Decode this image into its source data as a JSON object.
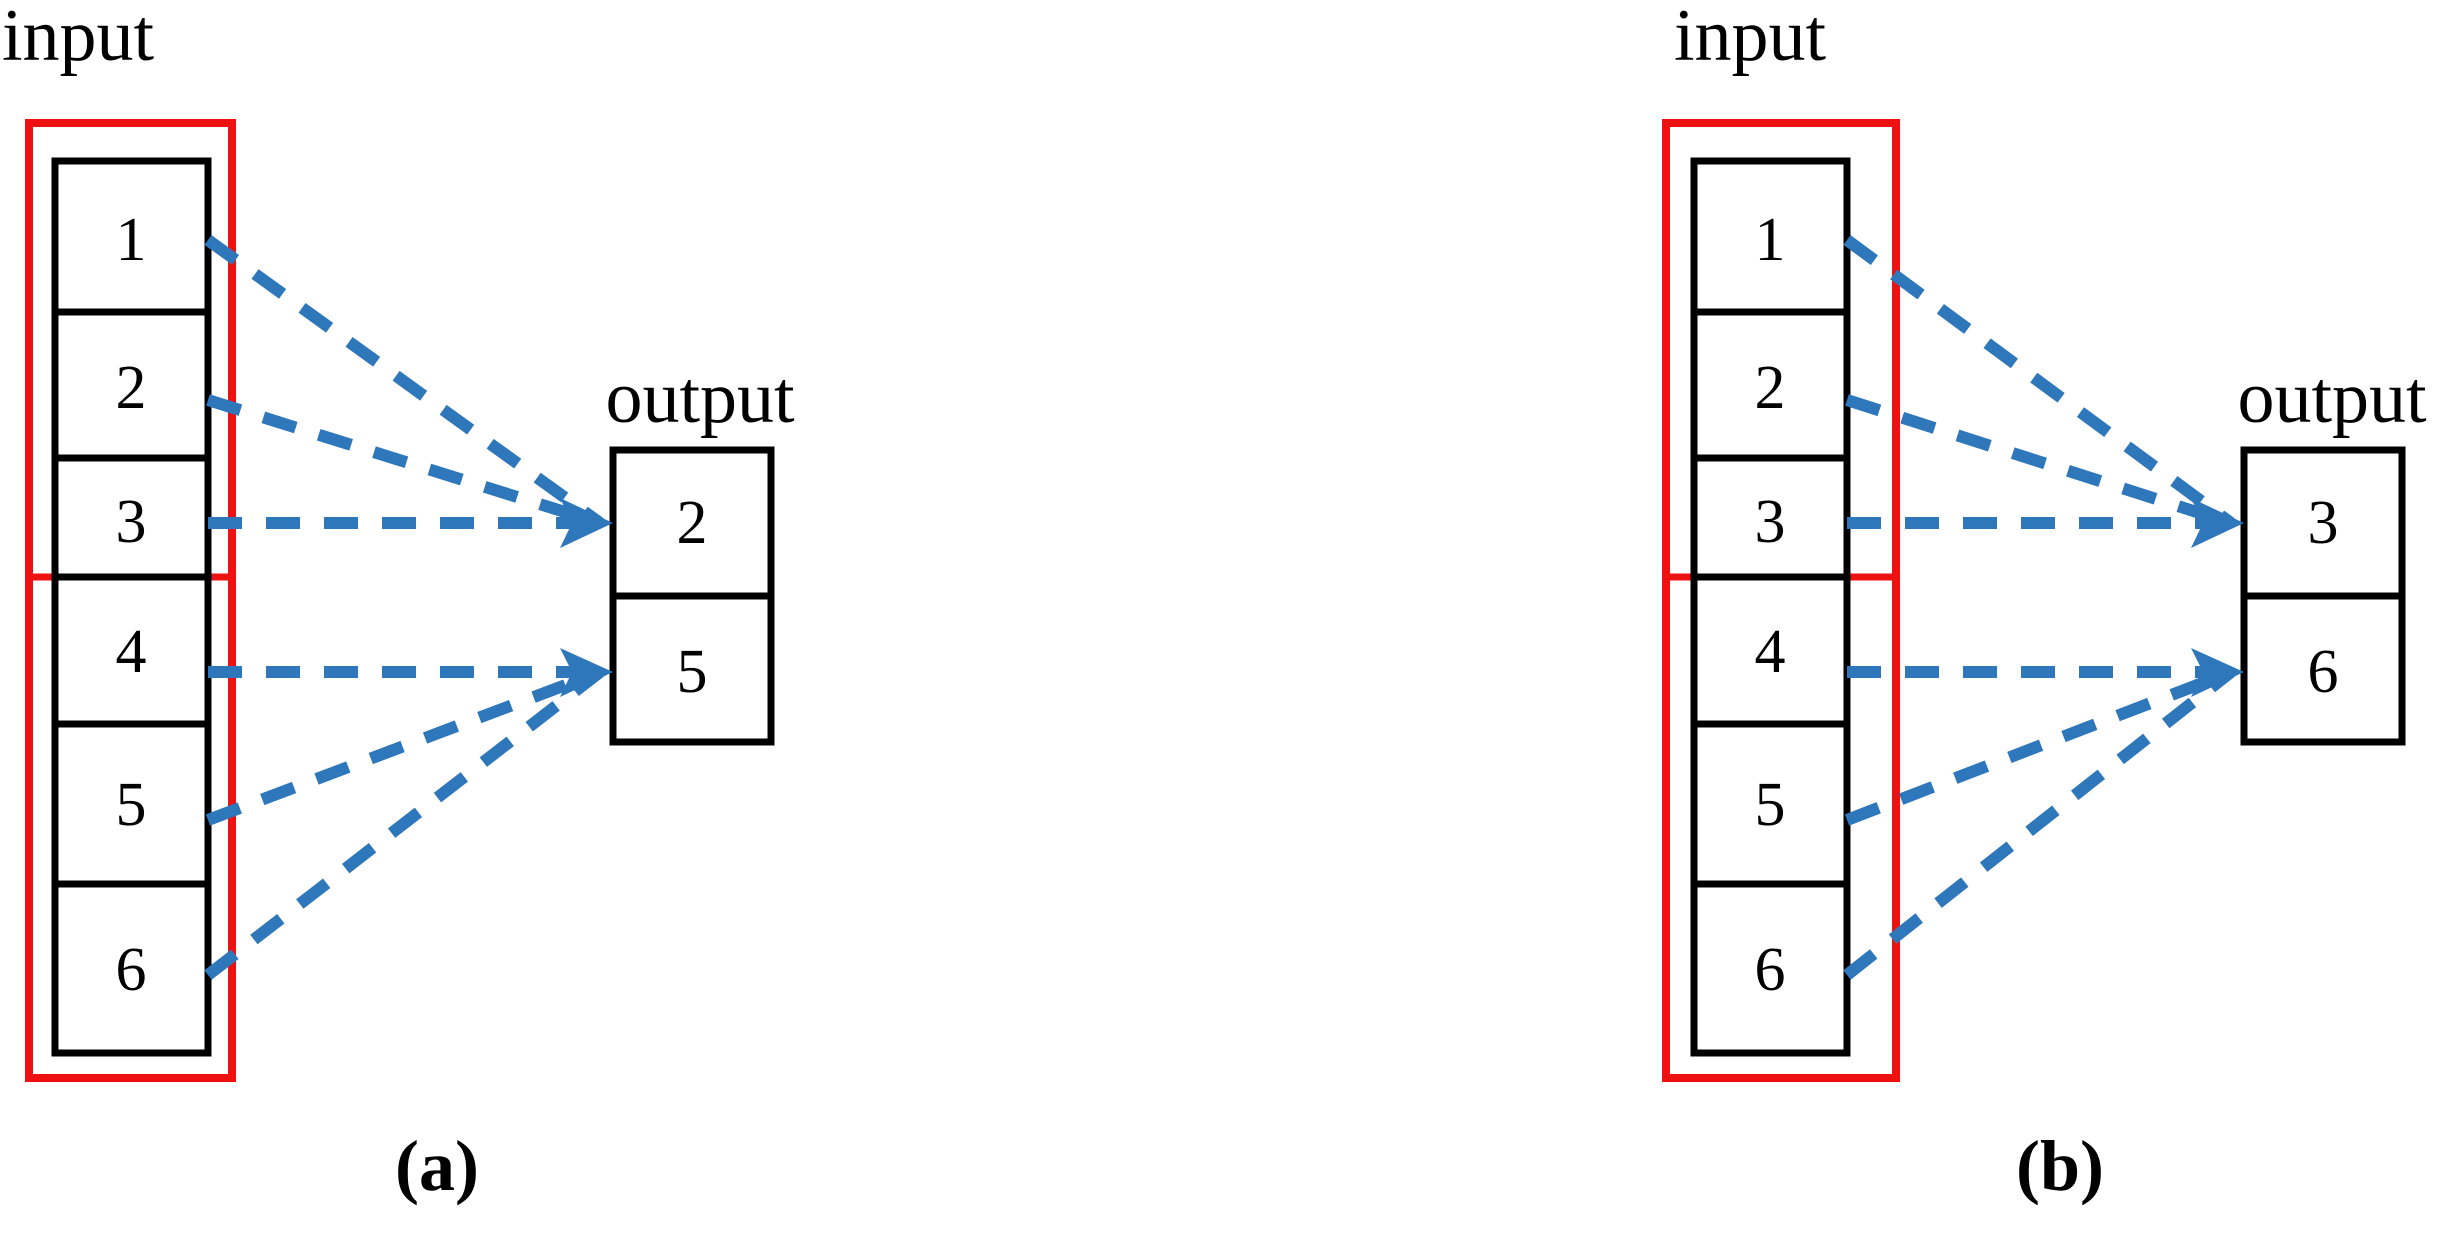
{
  "figure": {
    "background_color": "#ffffff",
    "panels": [
      {
        "id": "panel-a",
        "caption": "(a)",
        "input_label": "input",
        "output_label": "output",
        "input_cells": [
          "1",
          "2",
          "3",
          "4",
          "5",
          "6"
        ],
        "output_cells": [
          "2",
          "5"
        ],
        "groups": [
          {
            "name": "group-top",
            "input_cells": [
              "1",
              "2",
              "3"
            ],
            "output_cell": "2"
          },
          {
            "name": "group-bottom",
            "input_cells": [
              "4",
              "5",
              "6"
            ],
            "output_cell": "5"
          }
        ]
      },
      {
        "id": "panel-b",
        "caption": "(b)",
        "input_label": "input",
        "output_label": "output",
        "input_cells": [
          "1",
          "2",
          "3",
          "4",
          "5",
          "6"
        ],
        "output_cells": [
          "3",
          "6"
        ],
        "groups": [
          {
            "name": "group-top",
            "input_cells": [
              "1",
              "2",
              "3"
            ],
            "output_cell": "3"
          },
          {
            "name": "group-bottom",
            "input_cells": [
              "4",
              "5",
              "6"
            ],
            "output_cell": "6"
          }
        ]
      }
    ],
    "colors": {
      "region_highlight": "#ee1111",
      "connection": "#2e77bb",
      "outline": "#000000"
    }
  }
}
